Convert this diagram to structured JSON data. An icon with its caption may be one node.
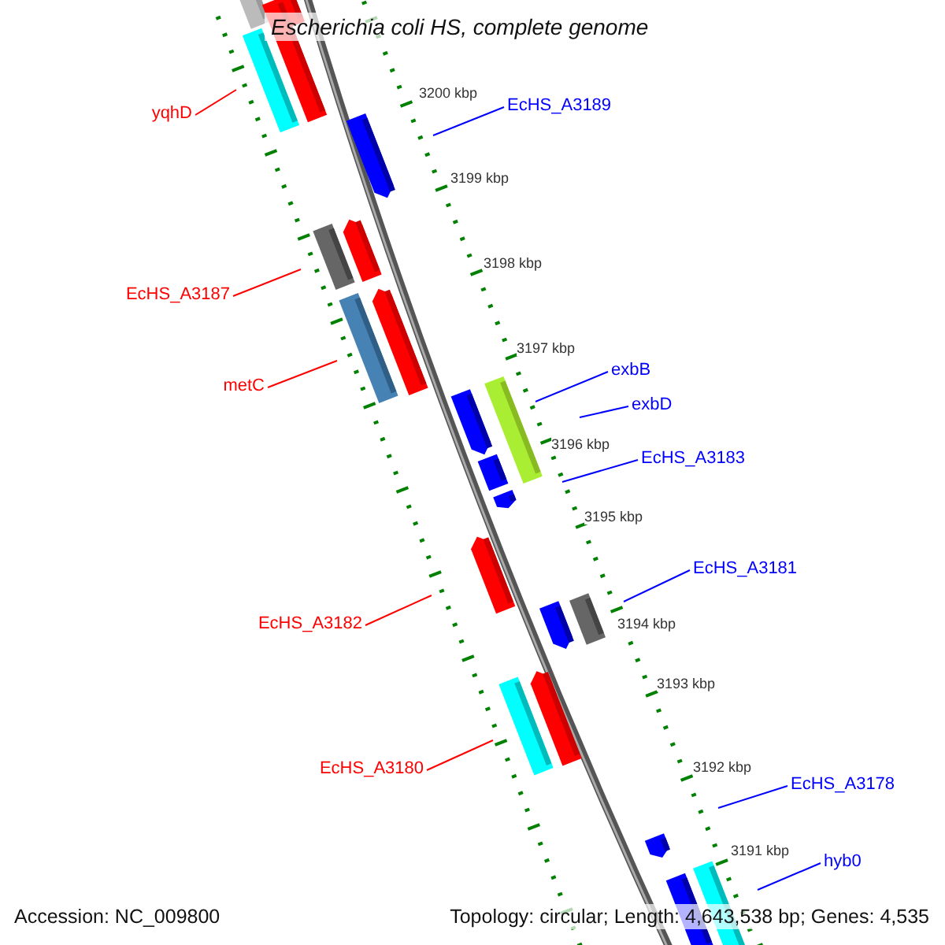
{
  "diagram": {
    "title": "Escherichia coli HS, complete genome",
    "nodes": [
      {
        "text": [
          "EcHS_A3189"
        ]
      },
      {
        "text": [
          "yqhD"
        ]
      },
      {
        "text": [
          "EcHS_A3187"
        ]
      },
      {
        "text": [
          "exbB"
        ]
      },
      {
        "text": [
          "metC"
        ]
      },
      {
        "text": [
          "exbD"
        ]
      },
      {
        "text": [
          "EcHS_A3183"
        ]
      },
      {
        "text": [
          "EcHS_A3181"
        ]
      },
      {
        "text": [
          "EcHS_A3182"
        ]
      },
      {
        "text": [
          "EcHS_A3180"
        ]
      },
      {
        "text": [
          "EcHS_A3178"
        ]
      },
      {
        "text": [
          "hyb0"
        ]
      }
    ],
    "edges": [
      {
        "from": 0,
        "to": null,
        "arrow": "none"
      },
      {
        "from": 1,
        "to": null,
        "arrow": "none",
        "color": "#ff0000"
      },
      {
        "from": 2,
        "to": null,
        "arrow": "none",
        "color": "#ff0000"
      },
      {
        "from": 3,
        "to": null,
        "arrow": "none"
      },
      {
        "from": 4,
        "to": null,
        "arrow": "none",
        "color": "#ff0000"
      },
      {
        "from": 5,
        "to": null,
        "arrow": "none"
      },
      {
        "from": 6,
        "to": null,
        "arrow": "none"
      },
      {
        "from": 7,
        "to": null,
        "arrow": "none"
      },
      {
        "from": 8,
        "to": null,
        "arrow": "none",
        "color": "#ff0000"
      },
      {
        "from": 9,
        "to": null,
        "arrow": "none",
        "color": "#ff0000"
      },
      {
        "from": 10,
        "to": null,
        "arrow": "none"
      },
      {
        "from": 11,
        "to": null,
        "arrow": "none"
      }
    ],
    "labels": [
      "3200 kbp",
      "3199 kbp",
      "3198 kbp",
      "3197 kbp",
      "3196 kbp",
      "3195 kbp",
      "3194 kbp",
      "3193 kbp",
      "3192 kbp",
      "3191 kbp",
      "Accession: NC_009800",
      "Topology: circular; Length: 4,643,538 bp; Genes: 4,535"
    ]
  }
}
